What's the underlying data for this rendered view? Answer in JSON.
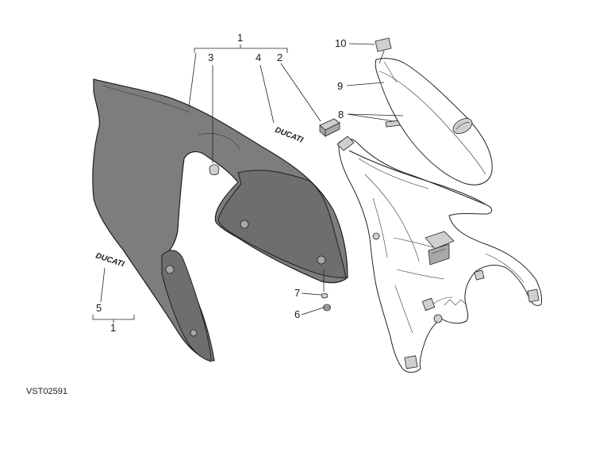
{
  "diagram_code": "VST02591",
  "callouts": {
    "c1_top": "1",
    "c1_bottom": "1",
    "c2": "2",
    "c3": "3",
    "c4": "4",
    "c5": "5",
    "c6": "6",
    "c7": "7",
    "c8": "8",
    "c9": "9",
    "c10": "10"
  },
  "logo_text": "DUCATI"
}
